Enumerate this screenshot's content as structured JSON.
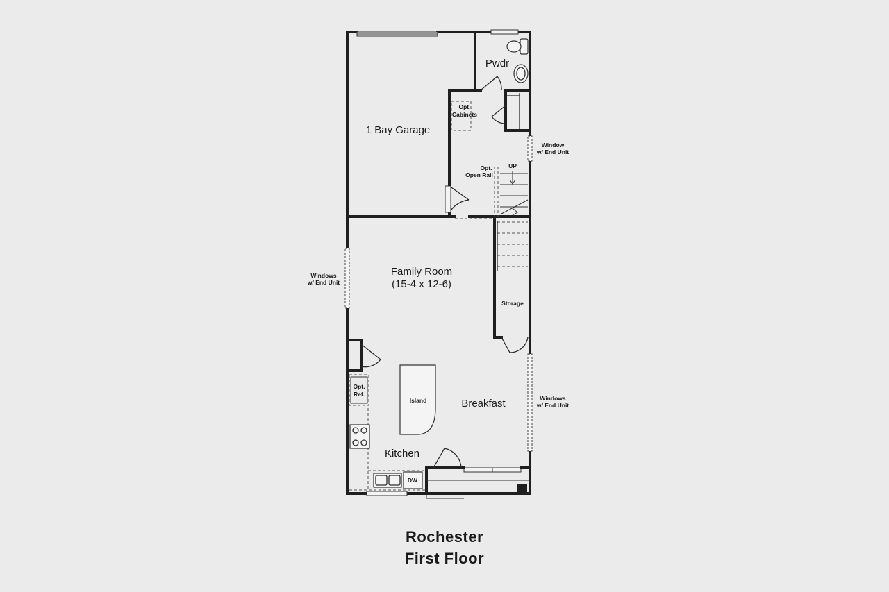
{
  "plan": {
    "rooms": {
      "garage": "1 Bay Garage",
      "powder": "Pwdr",
      "family_room": "Family Room",
      "family_room_dims": "(15-4 x 12-6)",
      "breakfast": "Breakfast",
      "kitchen": "Kitchen",
      "storage": "Storage",
      "island": "Island",
      "dishwasher": "DW"
    },
    "notes": {
      "opt_cabinets_1": "Opt.",
      "opt_cabinets_2": "Cabinets",
      "opt_open_rail_1": "Opt.",
      "opt_open_rail_2": "Open Rail",
      "up": "UP",
      "window_right_top_1": "Window",
      "window_right_top_2": "w/ End Unit",
      "windows_left_1": "Windows",
      "windows_left_2": "w/ End Unit",
      "windows_right_bottom_1": "Windows",
      "windows_right_bottom_2": "w/ End Unit",
      "opt_ref_1": "Opt.",
      "opt_ref_2": "Ref."
    }
  },
  "caption": {
    "model": "Rochester",
    "floor": "First Floor"
  }
}
